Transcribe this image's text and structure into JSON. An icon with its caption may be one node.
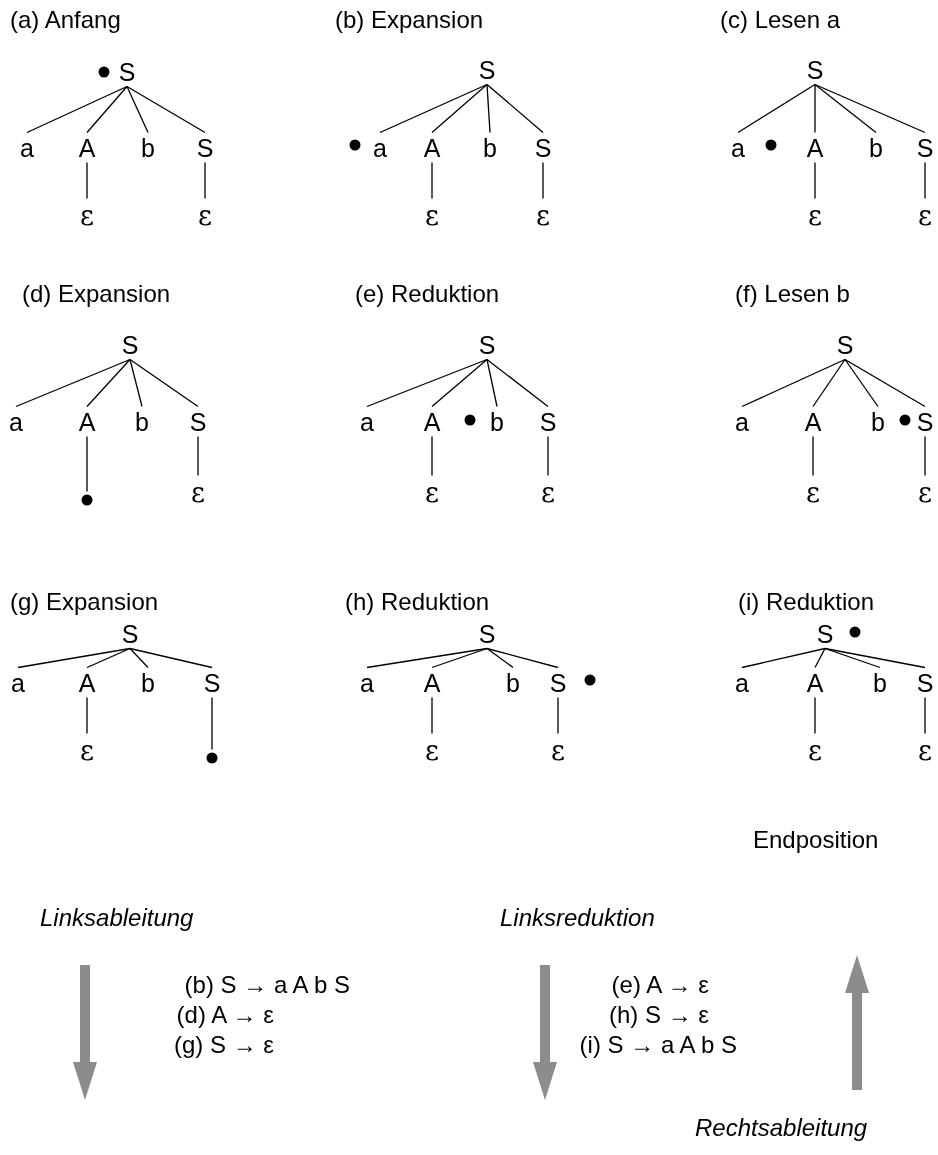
{
  "diagram": {
    "nodes": [
      {
        "text": [
          "S"
        ]
      },
      {
        "text": [
          "a"
        ]
      },
      {
        "text": [
          "A"
        ]
      },
      {
        "text": [
          "b"
        ]
      },
      {
        "text": [
          "S"
        ]
      },
      {
        "text": [
          "ε"
        ]
      },
      {
        "text": [
          "ε"
        ]
      },
      {
        "text": [],
        "shape": "circle"
      },
      {
        "text": [
          "S"
        ]
      },
      {
        "text": [
          "a"
        ]
      },
      {
        "text": [
          "A"
        ]
      },
      {
        "text": [
          "b"
        ]
      },
      {
        "text": [
          "S"
        ]
      },
      {
        "text": [
          "ε"
        ]
      },
      {
        "text": [
          "ε"
        ]
      },
      {
        "text": [],
        "shape": "circle"
      },
      {
        "text": [
          "S"
        ]
      },
      {
        "text": [
          "a"
        ]
      },
      {
        "text": [
          "A"
        ]
      },
      {
        "text": [
          "b"
        ]
      },
      {
        "text": [
          "S"
        ]
      },
      {
        "text": [
          "ε"
        ]
      },
      {
        "text": [
          "ε"
        ]
      },
      {
        "text": [],
        "shape": "circle"
      },
      {
        "text": [
          "S"
        ]
      },
      {
        "text": [
          "a"
        ]
      },
      {
        "text": [
          "A"
        ]
      },
      {
        "text": [
          "b"
        ]
      },
      {
        "text": [
          "S"
        ]
      },
      {
        "text": [],
        "shape": "circle"
      },
      {
        "text": [
          "ε"
        ]
      },
      {
        "text": [
          "S"
        ]
      },
      {
        "text": [
          "a"
        ]
      },
      {
        "text": [
          "A"
        ]
      },
      {
        "text": [
          "b"
        ]
      },
      {
        "text": [
          "S"
        ]
      },
      {
        "text": [
          "ε"
        ]
      },
      {
        "text": [
          "ε"
        ]
      },
      {
        "text": [],
        "shape": "circle"
      },
      {
        "text": [
          "S"
        ]
      },
      {
        "text": [
          "a"
        ]
      },
      {
        "text": [
          "A"
        ]
      },
      {
        "text": [
          "b"
        ]
      },
      {
        "text": [
          "S"
        ]
      },
      {
        "text": [
          "ε"
        ]
      },
      {
        "text": [
          "ε"
        ]
      },
      {
        "text": [],
        "shape": "circle"
      },
      {
        "text": [
          "S"
        ]
      },
      {
        "text": [
          "a"
        ]
      },
      {
        "text": [
          "A"
        ]
      },
      {
        "text": [
          "b"
        ]
      },
      {
        "text": [
          "S"
        ]
      },
      {
        "text": [
          "ε"
        ]
      },
      {
        "text": [],
        "shape": "circle"
      },
      {
        "text": [
          "S"
        ]
      },
      {
        "text": [
          "a"
        ]
      },
      {
        "text": [
          "A"
        ]
      },
      {
        "text": [
          "b"
        ]
      },
      {
        "text": [
          "S"
        ]
      },
      {
        "text": [
          "ε"
        ]
      },
      {
        "text": [
          "ε"
        ]
      },
      {
        "text": [],
        "shape": "circle"
      },
      {
        "text": [
          "S"
        ]
      },
      {
        "text": [
          "a"
        ]
      },
      {
        "text": [
          "A"
        ]
      },
      {
        "text": [
          "b"
        ]
      },
      {
        "text": [
          "S"
        ]
      },
      {
        "text": [
          "ε"
        ]
      },
      {
        "text": [
          "ε"
        ]
      },
      {
        "text": [],
        "shape": "circle"
      }
    ],
    "edges": [
      {
        "from": 0,
        "to": 1,
        "arrow": "none"
      },
      {
        "from": 0,
        "to": 2,
        "arrow": "none"
      },
      {
        "from": 0,
        "to": 3,
        "arrow": "none"
      },
      {
        "from": 0,
        "to": 4,
        "arrow": "none"
      },
      {
        "from": 2,
        "to": 5,
        "arrow": "none"
      },
      {
        "from": 4,
        "to": 6,
        "arrow": "none"
      },
      {
        "from": 8,
        "to": 9,
        "arrow": "none"
      },
      {
        "from": 8,
        "to": 10,
        "arrow": "none"
      },
      {
        "from": 8,
        "to": 11,
        "arrow": "none"
      },
      {
        "from": 8,
        "to": 12,
        "arrow": "none"
      },
      {
        "from": 10,
        "to": 13,
        "arrow": "none"
      },
      {
        "from": 12,
        "to": 14,
        "arrow": "none"
      },
      {
        "from": 16,
        "to": 17,
        "arrow": "none"
      },
      {
        "from": 16,
        "to": 18,
        "arrow": "none"
      },
      {
        "from": 16,
        "to": 19,
        "arrow": "none"
      },
      {
        "from": 16,
        "to": 20,
        "arrow": "none"
      },
      {
        "from": 18,
        "to": 21,
        "arrow": "none"
      },
      {
        "from": 20,
        "to": 22,
        "arrow": "none"
      },
      {
        "from": 24,
        "to": 25,
        "arrow": "none"
      },
      {
        "from": 24,
        "to": 26,
        "arrow": "none"
      },
      {
        "from": 24,
        "to": 27,
        "arrow": "none"
      },
      {
        "from": 24,
        "to": 28,
        "arrow": "none"
      },
      {
        "from": 26,
        "to": 29,
        "arrow": "none"
      },
      {
        "from": 28,
        "to": 30,
        "arrow": "none"
      },
      {
        "from": 31,
        "to": 32,
        "arrow": "none"
      },
      {
        "from": 31,
        "to": 33,
        "arrow": "none"
      },
      {
        "from": 31,
        "to": 34,
        "arrow": "none"
      },
      {
        "from": 31,
        "to": 35,
        "arrow": "none"
      },
      {
        "from": 33,
        "to": 36,
        "arrow": "none"
      },
      {
        "from": 35,
        "to": 37,
        "arrow": "none"
      },
      {
        "from": 39,
        "to": 40,
        "arrow": "none"
      },
      {
        "from": 39,
        "to": 41,
        "arrow": "none"
      },
      {
        "from": 39,
        "to": 42,
        "arrow": "none"
      },
      {
        "from": 39,
        "to": 43,
        "arrow": "none"
      },
      {
        "from": 41,
        "to": 44,
        "arrow": "none"
      },
      {
        "from": 43,
        "to": 45,
        "arrow": "none"
      },
      {
        "from": 47,
        "to": 48,
        "arrow": "none"
      },
      {
        "from": 47,
        "to": 49,
        "arrow": "none"
      },
      {
        "from": 47,
        "to": 50,
        "arrow": "none"
      },
      {
        "from": 47,
        "to": 51,
        "arrow": "none"
      },
      {
        "from": 49,
        "to": 52,
        "arrow": "none"
      },
      {
        "from": 51,
        "to": 53,
        "arrow": "none"
      },
      {
        "from": 54,
        "to": 55,
        "arrow": "none"
      },
      {
        "from": 54,
        "to": 56,
        "arrow": "none"
      },
      {
        "from": 54,
        "to": 57,
        "arrow": "none"
      },
      {
        "from": 54,
        "to": 58,
        "arrow": "none"
      },
      {
        "from": 56,
        "to": 59,
        "arrow": "none"
      },
      {
        "from": 58,
        "to": 60,
        "arrow": "none"
      },
      {
        "from": 62,
        "to": 63,
        "arrow": "none"
      },
      {
        "from": 62,
        "to": 64,
        "arrow": "none"
      },
      {
        "from": 62,
        "to": 65,
        "arrow": "none"
      },
      {
        "from": 62,
        "to": 66,
        "arrow": "none"
      },
      {
        "from": 64,
        "to": 67,
        "arrow": "none"
      },
      {
        "from": 66,
        "to": 68,
        "arrow": "none"
      }
    ],
    "labels": [
      "(a) Anfang",
      "(b) Expansion",
      "(c) Lesen a",
      "(d) Expansion",
      "(e) Reduktion",
      "(f) Lesen b",
      "(g) Expansion",
      "(h) Reduktion",
      "(i) Reduktion",
      "Endposition",
      "Linksableitung",
      "Linksreduktion",
      "(b) S → a A b S",
      "(d) A → ε",
      "(g) S → ε",
      "(e) A → ε",
      "(h) S → ε",
      "(i) S → a A b S",
      "Rechtsableitung"
    ]
  }
}
